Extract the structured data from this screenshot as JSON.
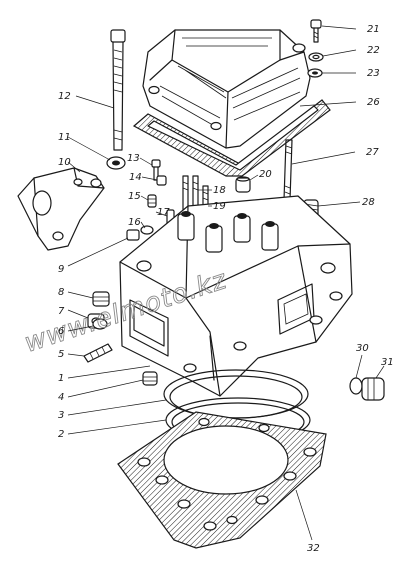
{
  "watermark": "www.elmoto.kz",
  "callouts": [
    {
      "id": "21",
      "label": "21"
    },
    {
      "id": "22",
      "label": "22"
    },
    {
      "id": "23",
      "label": "23"
    },
    {
      "id": "26",
      "label": "26"
    },
    {
      "id": "12",
      "label": "12"
    },
    {
      "id": "27",
      "label": "27"
    },
    {
      "id": "11",
      "label": "11"
    },
    {
      "id": "10",
      "label": "10"
    },
    {
      "id": "13",
      "label": "13"
    },
    {
      "id": "20",
      "label": "20"
    },
    {
      "id": "14",
      "label": "14"
    },
    {
      "id": "18",
      "label": "18"
    },
    {
      "id": "15",
      "label": "15"
    },
    {
      "id": "19",
      "label": "19"
    },
    {
      "id": "28",
      "label": "28"
    },
    {
      "id": "17",
      "label": "17"
    },
    {
      "id": "16",
      "label": "16"
    },
    {
      "id": "9",
      "label": "9"
    },
    {
      "id": "8",
      "label": "8"
    },
    {
      "id": "7",
      "label": "7"
    },
    {
      "id": "6",
      "label": "6"
    },
    {
      "id": "5",
      "label": "5"
    },
    {
      "id": "1",
      "label": "1"
    },
    {
      "id": "4",
      "label": "4"
    },
    {
      "id": "3",
      "label": "3"
    },
    {
      "id": "2",
      "label": "2"
    },
    {
      "id": "30",
      "label": "30"
    },
    {
      "id": "31",
      "label": "31"
    },
    {
      "id": "32",
      "label": "32"
    }
  ]
}
